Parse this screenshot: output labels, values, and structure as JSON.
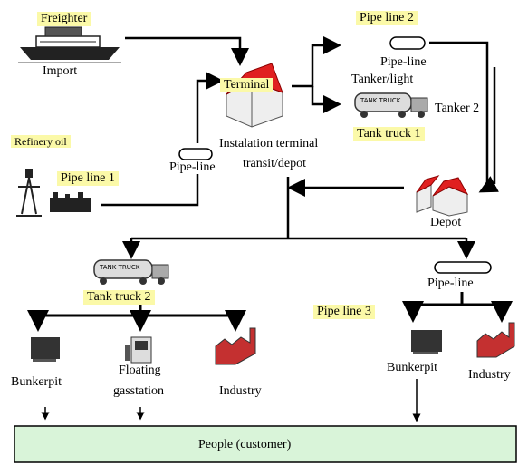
{
  "labels": {
    "freighter": "Freighter",
    "import": "Import",
    "terminal": "Terminal",
    "installation_line1": "Instalation terminal",
    "installation_line2": "transit/depot",
    "pipe_line_2": "Pipe line 2",
    "pipe_line_a": "Pipe-line",
    "tanker_light": "Tanker/light",
    "tanker_2": "Tanker 2",
    "tank_truck_1": "Tank truck 1",
    "refinery_oil": "Refinery oil",
    "pipe_line_1": "Pipe line 1",
    "pipe_line_b": "Pipe-line",
    "depot": "Depot",
    "tank_truck_2": "Tank truck 2",
    "pipe_line_c": "Pipe-line",
    "pipe_line_3": "Pipe line 3",
    "bunkerpit_left": "Bunkerpit",
    "floating_line1": "Floating",
    "floating_line2": "gasstation",
    "industry_left": "Industry",
    "bunkerpit_right": "Bunkerpit",
    "industry_right": "Industry",
    "people": "People (customer)",
    "truck_text": "TANK TRUCK"
  },
  "colors": {
    "highlight": "#fbf9a8",
    "people_box": "#d9f4d9",
    "roof": "#e02020",
    "arrow": "#000000"
  }
}
